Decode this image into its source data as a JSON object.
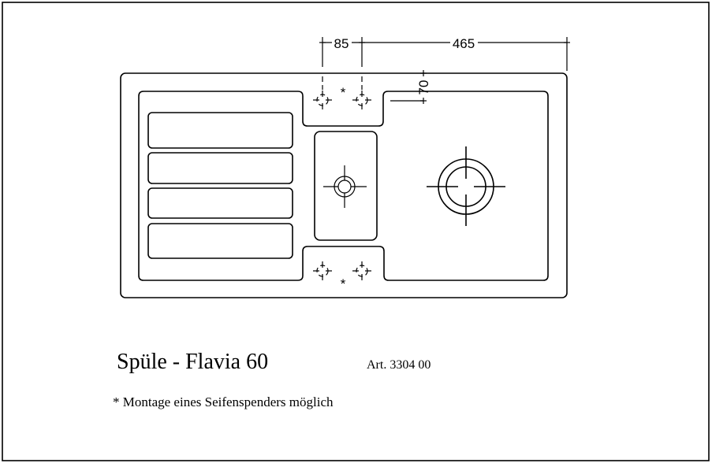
{
  "drawing": {
    "dimensions": {
      "tap_spacing": "85",
      "tap_to_edge": "465",
      "tap_from_top": "70"
    },
    "asterisk": "*"
  },
  "caption": {
    "title": "Spüle - Flavia 60",
    "article": "Art. 3304 00",
    "footnote": "* Montage eines Seifenspenders möglich"
  }
}
